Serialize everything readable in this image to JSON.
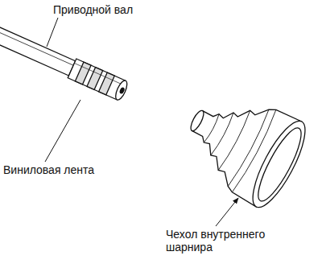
{
  "diagram": {
    "labels": [
      "Приводной вал",
      "Виниловая лента",
      "Чехол внутреннего шарнира"
    ]
  }
}
